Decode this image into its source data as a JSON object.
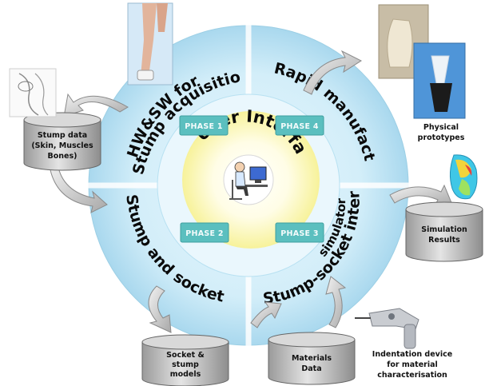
{
  "center_title": "User Interface",
  "phases": [
    {
      "id": "phase-1",
      "label": "PHASE 1"
    },
    {
      "id": "phase-2",
      "label": "PHASE 2"
    },
    {
      "id": "phase-3",
      "label": "PHASE 3"
    },
    {
      "id": "phase-4",
      "label": "PHASE 4"
    }
  ],
  "ring_labels": {
    "hw_sw_line1": "HW&SW for",
    "hw_sw_line2": "Stump acquisition",
    "rapid": "Rapid manufacturing",
    "modeler": "Stump and socket modeler",
    "interaction_line1": "Stump-socket interaction",
    "interaction_line2": "simulator"
  },
  "databases": {
    "stump_data": [
      "Stump data",
      "(Skin, Muscles",
      "Bones)"
    ],
    "simulation": [
      "Simulation",
      "Results"
    ],
    "socket": [
      "Socket &",
      "stump",
      "models"
    ],
    "materials": [
      "Materials",
      "Data"
    ]
  },
  "captions": {
    "physical": [
      "Physical",
      "prototypes"
    ],
    "indentation": [
      "Indentation device",
      "for material",
      "characterisation"
    ]
  },
  "colors": {
    "outer_ring": "#bfe3f3",
    "inner_disc": "#fdfcd0",
    "phase_box": "#5bbfbf",
    "db_fill": "#cfcfcf"
  }
}
